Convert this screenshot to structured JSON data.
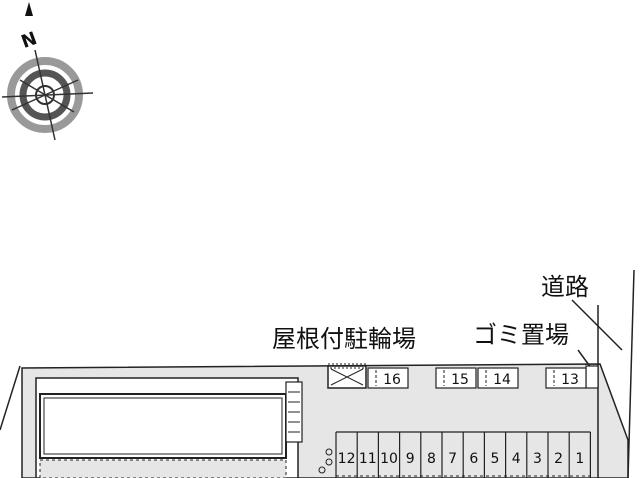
{
  "compass": {
    "north_label": "N"
  },
  "labels": {
    "road": "道路",
    "bike_parking": "屋根付駐輪場",
    "garbage": "ゴミ置場"
  },
  "parking_top": [
    "16",
    "15",
    "14",
    "13"
  ],
  "parking_bottom": [
    "12",
    "11",
    "10",
    "9",
    "8",
    "7",
    "6",
    "5",
    "4",
    "3",
    "2",
    "1"
  ],
  "colors": {
    "lot": "#e6e6e6",
    "building": "#ffffff",
    "outline": "#222222",
    "compass_gray": "#8a8a8a"
  }
}
